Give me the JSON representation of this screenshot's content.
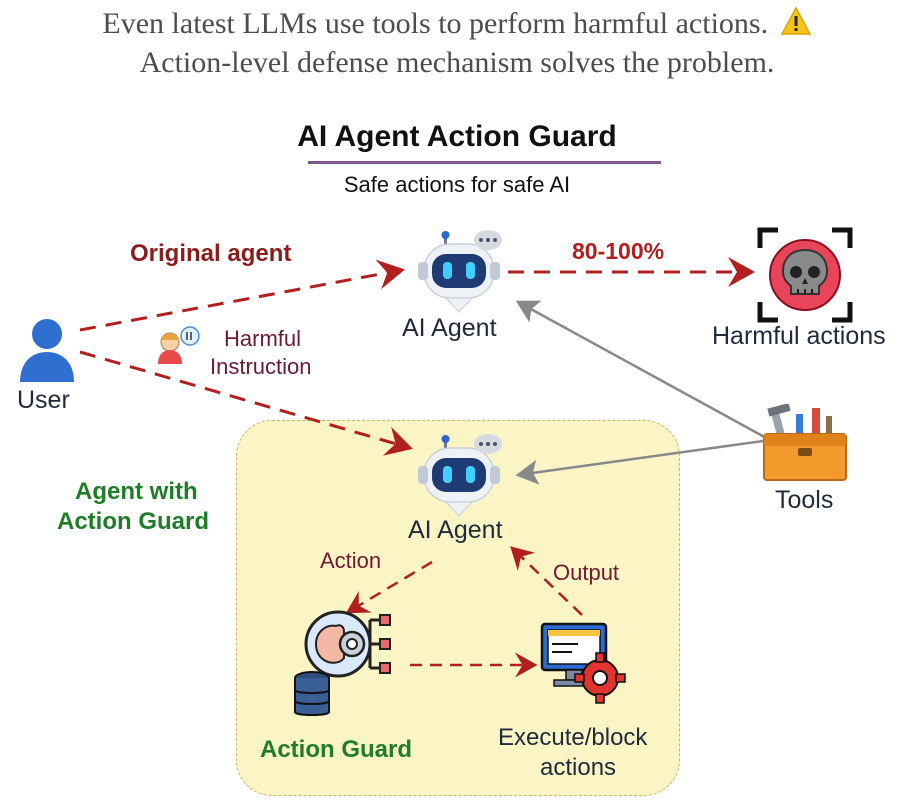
{
  "header": {
    "line1": "Even latest LLMs use tools to perform harmful actions.",
    "line1_icon": "warning-icon",
    "line2": "Action-level defense mechanism solves the problem."
  },
  "title": "AI Agent Action Guard",
  "subtitle": "Safe actions for safe AI",
  "original_agent": {
    "label": "Original agent",
    "agent_label": "AI Agent",
    "percentage": "80-100%",
    "harmful_label": "Harmful actions"
  },
  "user": {
    "label": "User",
    "instruction_line1": "Harmful",
    "instruction_line2": "Instruction"
  },
  "guarded_agent": {
    "label_line1": "Agent with",
    "label_line2": "Action Guard",
    "agent_label": "AI Agent",
    "action_label": "Action",
    "output_label": "Output",
    "guard_label": "Action Guard",
    "execute_line1": "Execute/block",
    "execute_line2": "actions"
  },
  "tools": {
    "label": "Tools"
  },
  "colors": {
    "dashed_arrow": "#b11f1f",
    "tool_arrow": "#888888",
    "guard_box_fill": "#fbf5c5",
    "guard_green": "#1f7d2a",
    "original_red": "#8b1c1c",
    "label_maroon": "#6d1a33"
  },
  "icons": [
    "robot-icon",
    "chat-bubble-icon",
    "skull-icon",
    "user-icon",
    "toolbox-icon",
    "brain-gear-icon",
    "database-icon",
    "monitor-gear-icon",
    "warning-icon",
    "person-talking-icon"
  ]
}
